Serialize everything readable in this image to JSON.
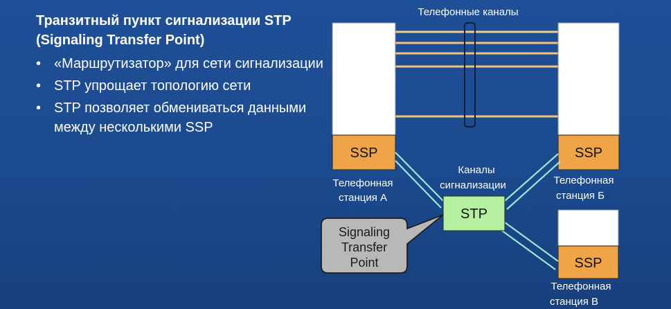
{
  "slide": {
    "title": "Транзитный пункт сигнализации STP (Signaling Transfer Point)",
    "bullets": [
      "«Маршрутизатор» для сети сигнализации",
      "STP упрощает топологию сети",
      "STP позволяет обмениваться данными между несколькими SSP"
    ]
  },
  "diagram": {
    "trunk_label": "Телефонные каналы",
    "signaling_label_line1": "Каналы",
    "signaling_label_line2": "сигнализации",
    "stp_label": "STP",
    "ssp_label": "SSP",
    "station_a_line1": "Телефонная",
    "station_a_line2": "станция А",
    "station_b_line1": "Телефонная",
    "station_b_line2": "станция Б",
    "station_v_line1": "Телефонная",
    "station_v_line2": "станция В",
    "callout_line1": "Signaling",
    "callout_line2": "Transfer",
    "callout_line3": "Point"
  },
  "colors": {
    "background": "#1f4f97",
    "ssp_fill": "#f0a448",
    "stp_fill": "#b4f0a0",
    "trunk_line": "#f2c377",
    "signal_line": "#9be8d6",
    "callout_fill": "#b8b8b8"
  }
}
